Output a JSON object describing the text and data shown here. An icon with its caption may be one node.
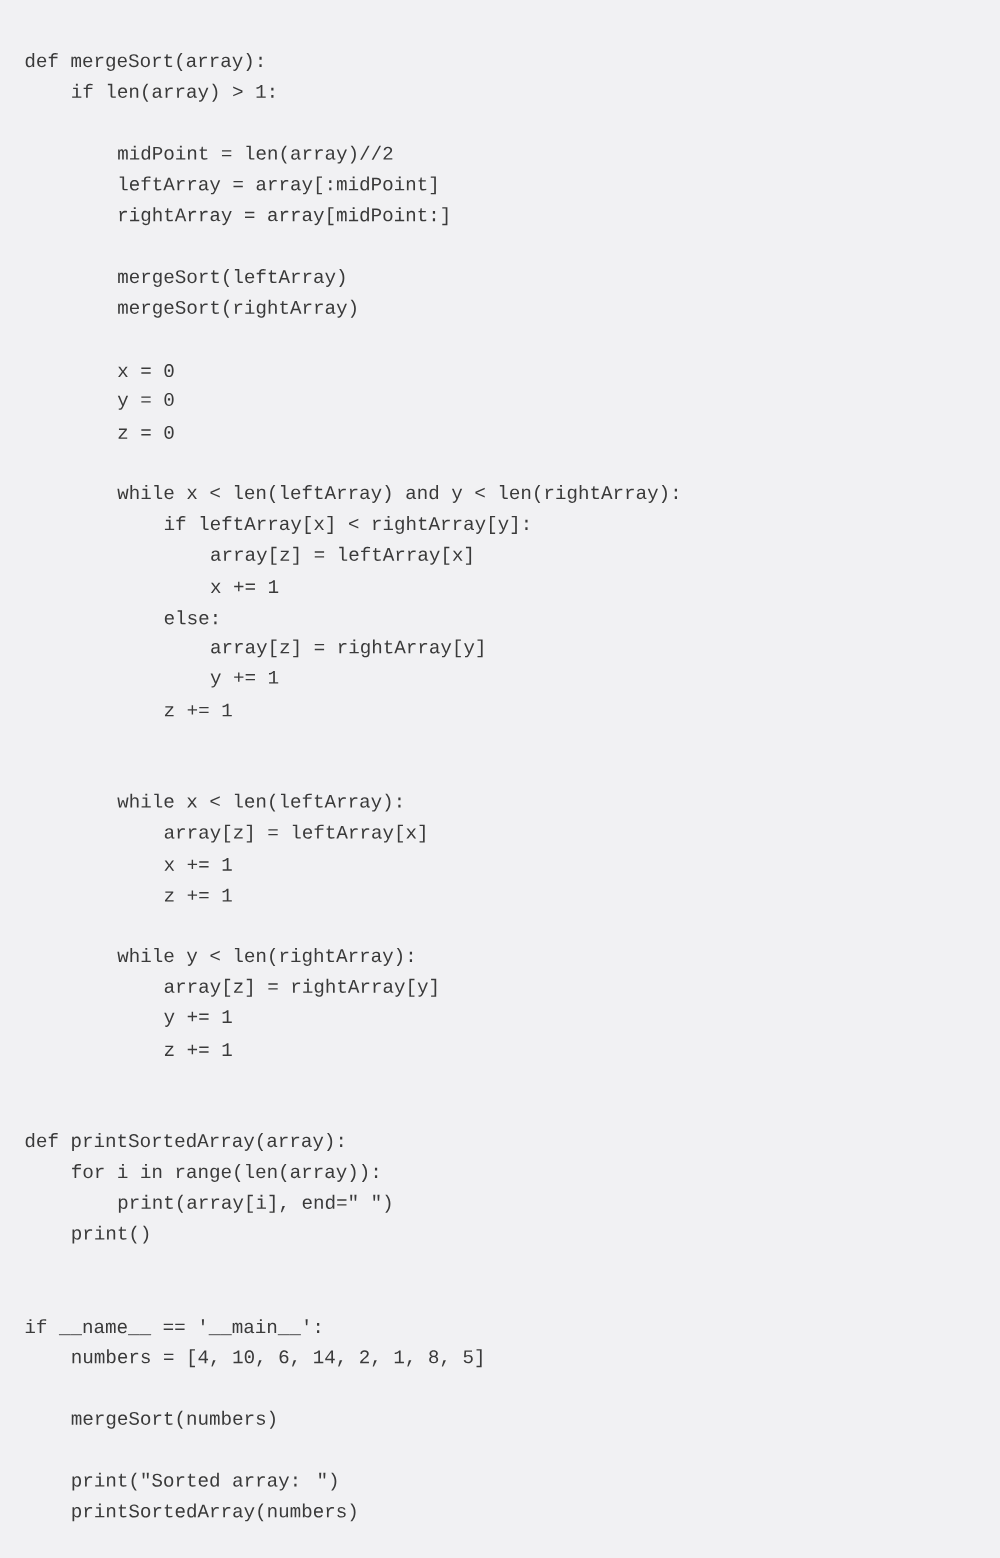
{
  "diagram": {
    "labels": [
      "def mergeSort(array):",
      "if len(array) > 1:",
      "midPoint = len(array)//2",
      "leftArray = array[:midPoint]",
      "rightArray = array[midPoint:]",
      "mergeSort(leftArray)",
      "mergeSort(rightArray)",
      "x = 0",
      "y = 0",
      "z = 0",
      "while x < len(leftArray) and y < len(rightArray):",
      "if leftArray[x] < rightArray[y]:",
      "array[z] = leftArray[x]",
      "x += 1",
      "else:",
      "array[z] = rightArray[y]",
      "y += 1",
      "z += 1",
      "while x < len(leftArray):",
      "array[z] = leftArray[x]",
      "x += 1",
      "z += 1",
      "while y < len(rightArray):",
      "array[z] = rightArray[y]",
      "y += 1",
      "z += 1",
      "def printSortedArray(array):",
      "for i in range(len(array)):",
      "print(array[i], end=\" \")",
      "print()",
      "if __name__ == '__main__':",
      "numbers = [4, 10, 6, 14, 2, 1, 8, 5]",
      "mergeSort(numbers)",
      "print(\"Sorted array: \")",
      "printSortedArray(numbers)"
    ]
  }
}
